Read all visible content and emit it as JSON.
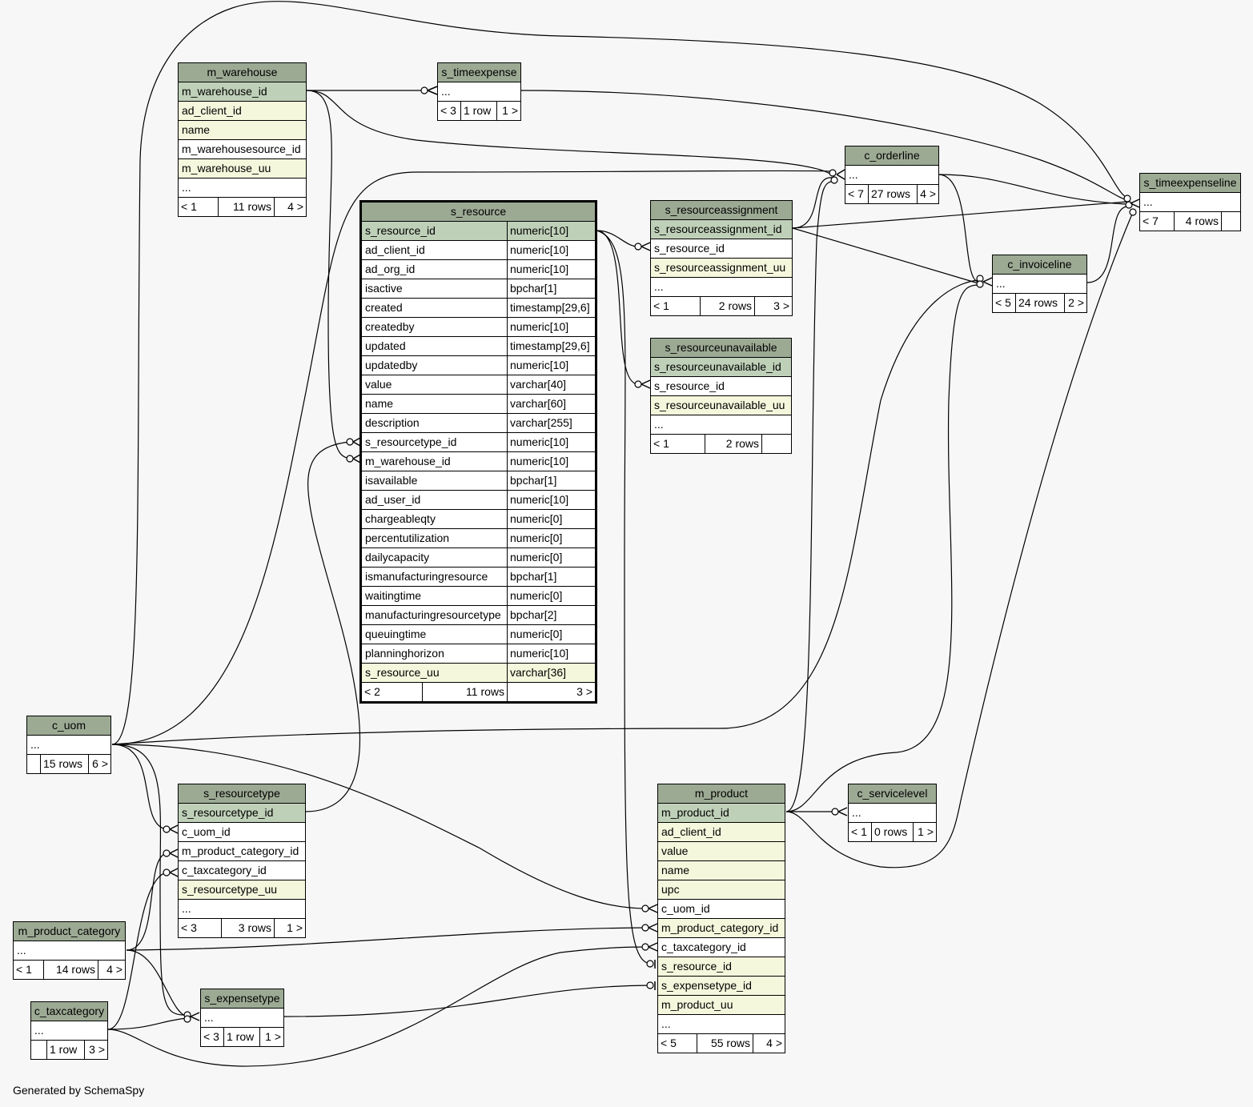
{
  "footer": "Generated by SchemaSpy",
  "colors": {
    "header": "#9caa94",
    "primary_key": "#bfd0b8",
    "indexed": "#f5f7dc",
    "background": "#f7f7f7"
  },
  "tables": {
    "m_warehouse": {
      "name": "m_warehouse",
      "rows": [
        "m_warehouse_id",
        "ad_client_id",
        "name",
        "m_warehousesource_id",
        "m_warehouse_uu",
        "..."
      ],
      "foot": [
        "< 1",
        "11 rows",
        "4 >"
      ]
    },
    "s_timeexpense": {
      "name": "s_timeexpense",
      "rows": [
        "..."
      ],
      "foot": [
        "< 3",
        "1 row",
        "1 >"
      ]
    },
    "c_orderline": {
      "name": "c_orderline",
      "rows": [
        "..."
      ],
      "foot": [
        "< 7",
        "27 rows",
        "4 >"
      ]
    },
    "s_timeexpenseline": {
      "name": "s_timeexpenseline",
      "rows": [
        "..."
      ],
      "foot": [
        "< 7",
        "4 rows",
        ""
      ]
    },
    "s_resource": {
      "name": "s_resource",
      "columns": [
        {
          "name": "s_resource_id",
          "type": "numeric[10]"
        },
        {
          "name": "ad_client_id",
          "type": "numeric[10]"
        },
        {
          "name": "ad_org_id",
          "type": "numeric[10]"
        },
        {
          "name": "isactive",
          "type": "bpchar[1]"
        },
        {
          "name": "created",
          "type": "timestamp[29,6]"
        },
        {
          "name": "createdby",
          "type": "numeric[10]"
        },
        {
          "name": "updated",
          "type": "timestamp[29,6]"
        },
        {
          "name": "updatedby",
          "type": "numeric[10]"
        },
        {
          "name": "value",
          "type": "varchar[40]"
        },
        {
          "name": "name",
          "type": "varchar[60]"
        },
        {
          "name": "description",
          "type": "varchar[255]"
        },
        {
          "name": "s_resourcetype_id",
          "type": "numeric[10]"
        },
        {
          "name": "m_warehouse_id",
          "type": "numeric[10]"
        },
        {
          "name": "isavailable",
          "type": "bpchar[1]"
        },
        {
          "name": "ad_user_id",
          "type": "numeric[10]"
        },
        {
          "name": "chargeableqty",
          "type": "numeric[0]"
        },
        {
          "name": "percentutilization",
          "type": "numeric[0]"
        },
        {
          "name": "dailycapacity",
          "type": "numeric[0]"
        },
        {
          "name": "ismanufacturingresource",
          "type": "bpchar[1]"
        },
        {
          "name": "waitingtime",
          "type": "numeric[0]"
        },
        {
          "name": "manufacturingresourcetype",
          "type": "bpchar[2]"
        },
        {
          "name": "queuingtime",
          "type": "numeric[0]"
        },
        {
          "name": "planninghorizon",
          "type": "numeric[10]"
        },
        {
          "name": "s_resource_uu",
          "type": "varchar[36]"
        }
      ],
      "foot": [
        "< 2",
        "11 rows",
        "3 >"
      ]
    },
    "s_resourceassignment": {
      "name": "s_resourceassignment",
      "rows": [
        "s_resourceassignment_id",
        "s_resource_id",
        "s_resourceassignment_uu",
        "..."
      ],
      "foot": [
        "< 1",
        "2 rows",
        "3 >"
      ]
    },
    "s_resourceunavailable": {
      "name": "s_resourceunavailable",
      "rows": [
        "s_resourceunavailable_id",
        "s_resource_id",
        "s_resourceunavailable_uu",
        "..."
      ],
      "foot": [
        "< 1",
        "2 rows",
        ""
      ]
    },
    "c_invoiceline": {
      "name": "c_invoiceline",
      "rows": [
        "..."
      ],
      "foot": [
        "< 5",
        "24 rows",
        "2 >"
      ]
    },
    "c_uom": {
      "name": "c_uom",
      "rows": [
        "..."
      ],
      "foot": [
        "",
        "15 rows",
        "6 >"
      ]
    },
    "s_resourcetype": {
      "name": "s_resourcetype",
      "rows": [
        "s_resourcetype_id",
        "c_uom_id",
        "m_product_category_id",
        "c_taxcategory_id",
        "s_resourcetype_uu",
        "..."
      ],
      "foot": [
        "< 3",
        "3 rows",
        "1 >"
      ]
    },
    "m_product_category": {
      "name": "m_product_category",
      "rows": [
        "..."
      ],
      "foot": [
        "< 1",
        "14 rows",
        "4 >"
      ]
    },
    "c_taxcategory": {
      "name": "c_taxcategory",
      "rows": [
        "..."
      ],
      "foot": [
        "",
        "1 row",
        "3 >"
      ]
    },
    "s_expensetype": {
      "name": "s_expensetype",
      "rows": [
        "..."
      ],
      "foot": [
        "< 3",
        "1 row",
        "1 >"
      ]
    },
    "m_product": {
      "name": "m_product",
      "rows": [
        "m_product_id",
        "ad_client_id",
        "value",
        "name",
        "upc",
        "c_uom_id",
        "m_product_category_id",
        "c_taxcategory_id",
        "s_resource_id",
        "s_expensetype_id",
        "m_product_uu",
        "..."
      ],
      "foot": [
        "< 5",
        "55 rows",
        "4 >"
      ]
    },
    "c_servicelevel": {
      "name": "c_servicelevel",
      "rows": [
        "..."
      ],
      "foot": [
        "< 1",
        "0 rows",
        "1 >"
      ]
    }
  }
}
